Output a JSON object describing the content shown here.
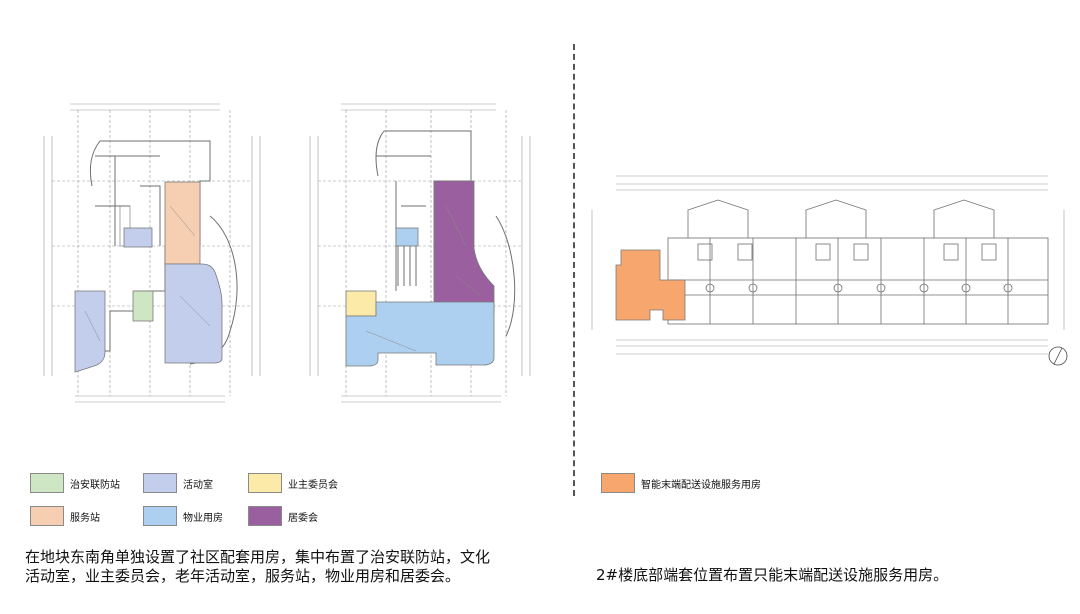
{
  "legend_left": [
    {
      "key": "security",
      "label": "治安联防站",
      "color": "#cfe6c4"
    },
    {
      "key": "activity",
      "label": "活动室",
      "color": "#c3cdec"
    },
    {
      "key": "owners",
      "label": "业主委员会",
      "color": "#fbeaa8"
    },
    {
      "key": "service",
      "label": "服务站",
      "color": "#f6cfb3"
    },
    {
      "key": "property",
      "label": "物业用房",
      "color": "#aed0f0"
    },
    {
      "key": "residents",
      "label": "居委会",
      "color": "#9a5f9e"
    }
  ],
  "legend_right": {
    "label": "智能末端配送设施服务用房",
    "color": "#f7a66d"
  },
  "caption_left": "在地块东南角单独设置了社区配套用房，集中布置了治安联防站，文化活动室，业主委员会，老年活动室，服务站，物业用房和居委会。",
  "caption_right": "2#楼底部端套位置布置只能末端配送设施服务用房。",
  "colors": {
    "line": "#6f6f6f",
    "divider": "#555555"
  }
}
